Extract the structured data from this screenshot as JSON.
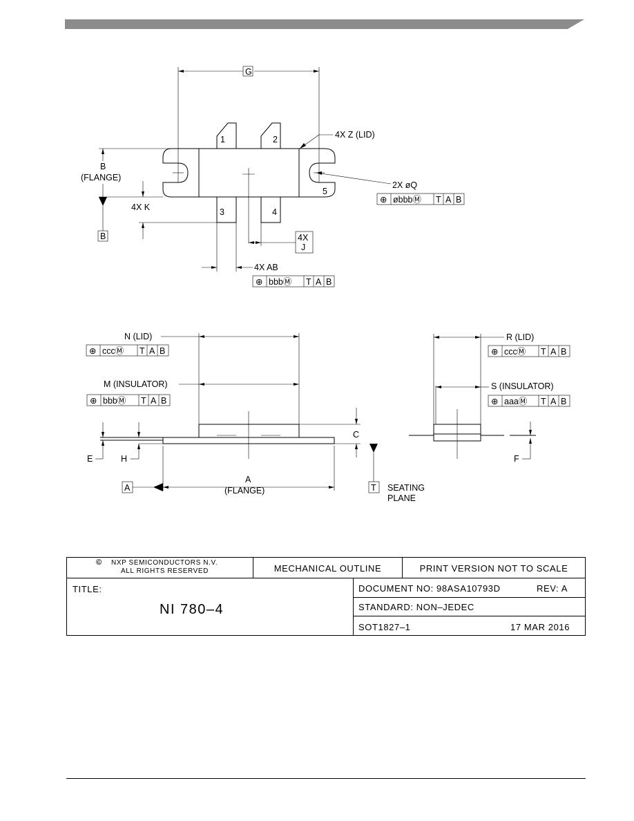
{
  "header": {
    "bar_color": "#8c8c8c"
  },
  "top_view": {
    "dim_g": "G",
    "lid_callout": "4X Z (LID)",
    "flange_b": [
      "B",
      "(FLANGE)"
    ],
    "datum_b": "B",
    "dim_k": "4X K",
    "hole_callout": "2X øQ",
    "hole_fcf": [
      "⊕",
      "øbbbⓂ",
      "T",
      "A",
      "B"
    ],
    "pins": [
      "1",
      "2",
      "3",
      "4",
      "5"
    ],
    "dim_j": [
      "4X",
      "J"
    ],
    "dim_ab": "4X AB",
    "ab_fcf": [
      "⊕",
      "bbbⓂ",
      "T",
      "A",
      "B"
    ]
  },
  "side_view": {
    "n_label": "N (LID)",
    "n_fcf": [
      "⊕",
      "cccⓂ",
      "T",
      "A",
      "B"
    ],
    "m_label": "M (INSULATOR)",
    "m_fcf": [
      "⊕",
      "bbbⓂ",
      "T",
      "A",
      "B"
    ],
    "dim_c": "C",
    "dim_e": "E",
    "dim_h": "H",
    "flange_a": [
      "A",
      "(FLANGE)"
    ],
    "datum_a": "A",
    "datum_t": "T",
    "seating": [
      "SEATING",
      "PLANE"
    ]
  },
  "end_view": {
    "r_label": "R (LID)",
    "r_fcf": [
      "⊕",
      "cccⓂ",
      "T",
      "A",
      "B"
    ],
    "s_label": "S (INSULATOR)",
    "s_fcf": [
      "⊕",
      "aaaⓂ",
      "T",
      "A",
      "B"
    ],
    "dim_f": "F"
  },
  "title_block": {
    "copyright_symbol": "©",
    "company": "NXP SEMICONDUCTORS N.V.",
    "rights": "ALL RIGHTS RESERVED",
    "outline": "MECHANICAL OUTLINE",
    "print_version": "PRINT VERSION NOT TO SCALE",
    "title_label": "TITLE:",
    "title_value": "NI 780–4",
    "document_no": "DOCUMENT NO: 98ASA10793D",
    "rev": "REV:  A",
    "standard": "STANDARD: NON–JEDEC",
    "sot": "SOT1827–1",
    "date": "17 MAR 2016"
  }
}
